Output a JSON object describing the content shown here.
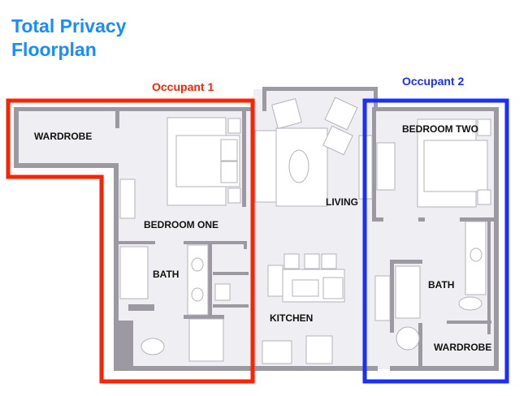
{
  "title": {
    "line1": "Total Privacy",
    "line2": "Floorplan",
    "color": "#1a8cff"
  },
  "occupants": [
    {
      "label": "Occupant 1",
      "color": "#ff2200"
    },
    {
      "label": "Occupant 2",
      "color": "#1a2eff"
    }
  ],
  "rooms": {
    "wardrobe_one": "WARDROBE",
    "bedroom_one": "BEDROOM ONE",
    "bath_one": "BATH",
    "living": "LIVING",
    "kitchen": "KITCHEN",
    "bedroom_two": "BEDROOM TWO",
    "bath_two": "BATH",
    "wardrobe_two": "WARDROBE"
  },
  "colors": {
    "wall": "#9d99a3",
    "floor": "#efeef2",
    "furniture": "#ffffff"
  }
}
